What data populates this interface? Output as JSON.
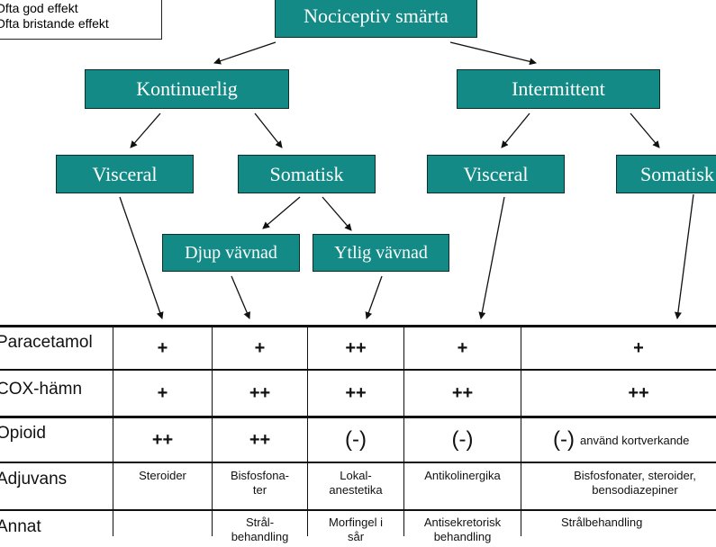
{
  "legend": {
    "line1": "Ofta god effekt",
    "line2": "Ofta bristande effekt"
  },
  "nodes": {
    "root": "Nociceptiv smärta",
    "kontinuerlig": "Kontinuerlig",
    "intermittent": "Intermittent",
    "k_visceral": "Visceral",
    "k_somatisk": "Somatisk",
    "i_visceral": "Visceral",
    "i_somatisk": "Somatisk",
    "djup": "Djup vävnad",
    "ytlig": "Ytlig vävnad"
  },
  "table": {
    "rows": [
      {
        "label": "Paracetamol",
        "cells": [
          "+",
          "+",
          "++",
          "+",
          "+"
        ]
      },
      {
        "label": "COX-hämn",
        "cells": [
          "+",
          "++",
          "++",
          "++",
          "++"
        ]
      },
      {
        "label": "Opioid",
        "cells": [
          "++",
          "++",
          "(-)",
          "(-)",
          "(-)"
        ],
        "note5": "använd kortverkande"
      },
      {
        "label": "Adjuvans",
        "cells": [
          "Steroider",
          "Bisfosfona-\nter",
          "Lokal-\nanestetika",
          "Antikolinergika",
          "Bisfosfonater, steroider,\nbensodiazepiner"
        ]
      },
      {
        "label": "Annat",
        "cells": [
          "",
          "Strål-\nbehandling",
          "Morfingel i\nsår",
          "Antisekretorisk\nbehandling",
          "Strålbehandling"
        ]
      }
    ]
  },
  "colors": {
    "node_fill": "#138a86",
    "node_border": "#0c2f2e",
    "node_text": "#ffffff"
  }
}
